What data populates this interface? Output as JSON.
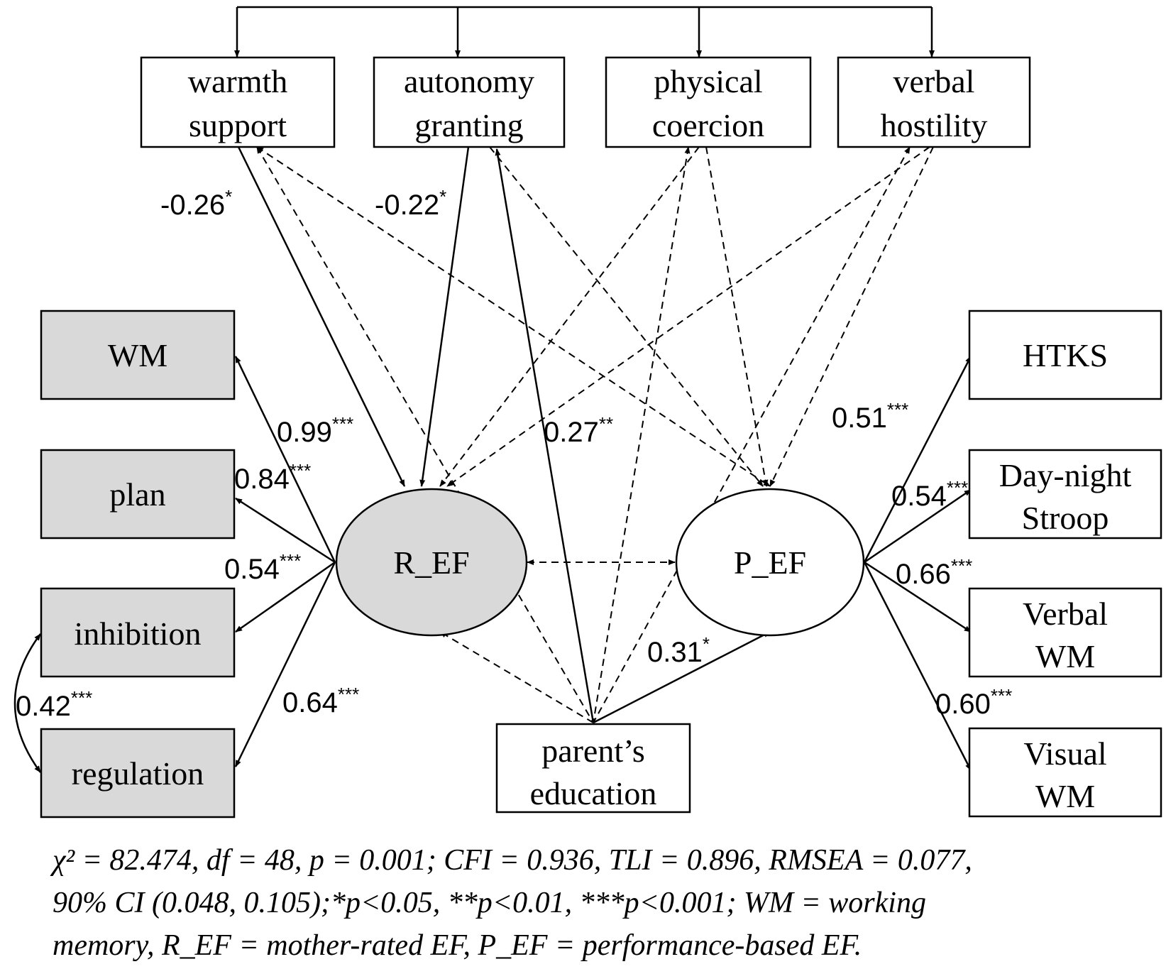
{
  "nodes": {
    "warmth": "warmth\nsupport",
    "autonomy": "autonomy\ngranting",
    "physical": "physical\ncoercion",
    "verbal_hostility": "verbal\nhostility",
    "wm": "WM",
    "plan": "plan",
    "inhibition": "inhibition",
    "regulation": "regulation",
    "r_ef": "R_EF",
    "p_ef": "P_EF",
    "htks": "HTKS",
    "daynight": "Day-night\nStroop",
    "verbal_wm": "Verbal\nWM",
    "visual_wm": "Visual\nWM",
    "parent_edu": "parent’s\neducation"
  },
  "coefficients": {
    "warmth_ref": {
      "value": "-0.26",
      "sig": "*"
    },
    "autonomy_ref": {
      "value": "-0.22",
      "sig": "*"
    },
    "ref_wm": {
      "value": "0.99",
      "sig": "***"
    },
    "ref_plan": {
      "value": "0.84",
      "sig": "***"
    },
    "ref_inhibition": {
      "value": "0.54",
      "sig": "***"
    },
    "ref_regulation": {
      "value": "0.64",
      "sig": "***"
    },
    "inhibition_regulation": {
      "value": "0.42",
      "sig": "***"
    },
    "parentedu_autonomy": {
      "value": "0.27",
      "sig": "**"
    },
    "parentedu_pef": {
      "value": "0.31",
      "sig": "*"
    },
    "pef_htks": {
      "value": "0.51",
      "sig": "***"
    },
    "pef_daynight": {
      "value": "0.54",
      "sig": "***"
    },
    "pef_verbalwm": {
      "value": "0.66",
      "sig": "***"
    },
    "pef_visualwm": {
      "value": "0.60",
      "sig": "***"
    }
  },
  "footnote": {
    "line1": "χ² = 82.474, df = 48, p = 0.001; CFI = 0.936, TLI = 0.896, RMSEA = 0.077,",
    "line2": "90% CI (0.048, 0.105);*p<0.05, **p<0.01, ***p<0.001; WM = working",
    "line3": "memory, R_EF = mother-rated EF, P_EF = performance-based EF."
  },
  "colors": {
    "shaded_fill": "#d9d9d9",
    "plain_fill": "#ffffff",
    "stroke": "#000000"
  }
}
